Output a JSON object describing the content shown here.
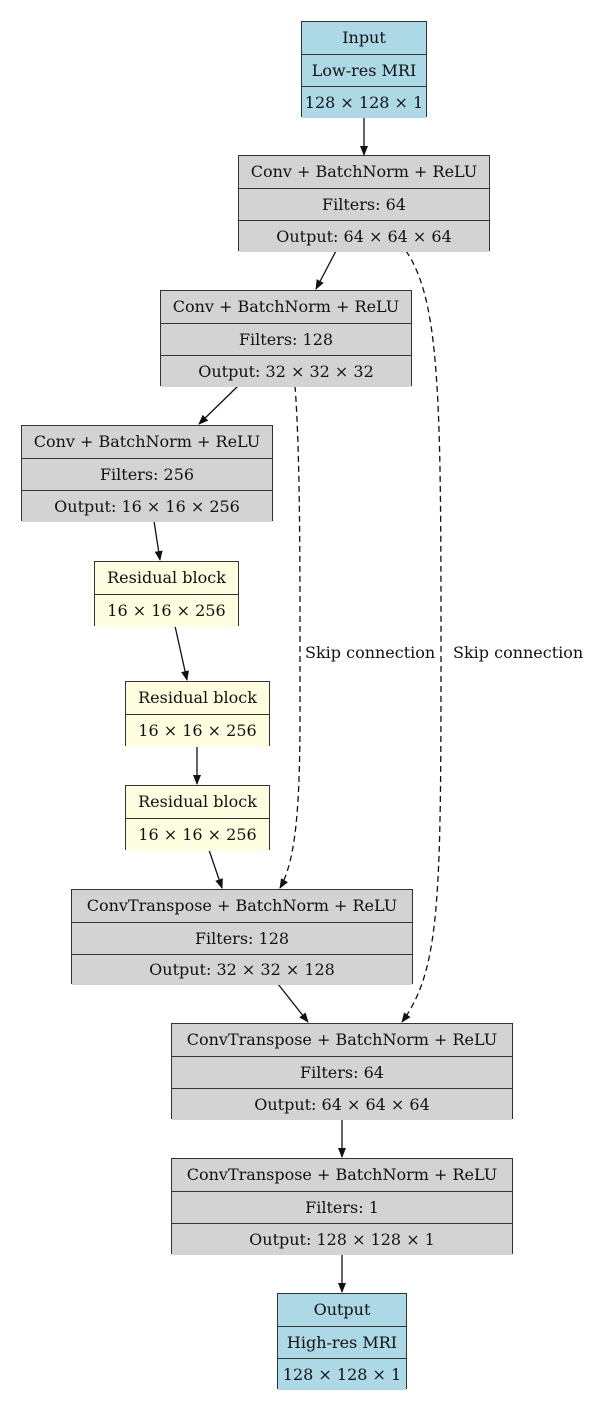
{
  "input": {
    "title": "Input",
    "desc": "Low-res MRI",
    "shape": "128 × 128 × 1"
  },
  "conv1": {
    "title": "Conv + BatchNorm + ReLU",
    "filters": "Filters: 64",
    "output": "Output: 64 × 64 × 64"
  },
  "conv2": {
    "title": "Conv + BatchNorm + ReLU",
    "filters": "Filters: 128",
    "output": "Output: 32 × 32 × 32"
  },
  "conv3": {
    "title": "Conv + BatchNorm + ReLU",
    "filters": "Filters: 256",
    "output": "Output: 16 × 16 × 256"
  },
  "res1": {
    "title": "Residual block",
    "shape": "16 × 16 × 256"
  },
  "res2": {
    "title": "Residual block",
    "shape": "16 × 16 × 256"
  },
  "res3": {
    "title": "Residual block",
    "shape": "16 × 16 × 256"
  },
  "deconv1": {
    "title": "ConvTranspose + BatchNorm + ReLU",
    "filters": "Filters: 128",
    "output": "Output: 32 × 32 × 128"
  },
  "deconv2": {
    "title": "ConvTranspose + BatchNorm + ReLU",
    "filters": "Filters: 64",
    "output": "Output: 64 × 64 × 64"
  },
  "deconv3": {
    "title": "ConvTranspose + BatchNorm + ReLU",
    "filters": "Filters: 1",
    "output": "Output: 128 × 128 × 1"
  },
  "output": {
    "title": "Output",
    "desc": "High-res MRI",
    "shape": "128 × 128 × 1"
  },
  "skip_labels": {
    "inner": "Skip connection",
    "outer": "Skip connection"
  },
  "colors": {
    "conv": "#d3d3d3",
    "io": "#add8e6",
    "residual": "#fffde0",
    "border": "#333333"
  }
}
